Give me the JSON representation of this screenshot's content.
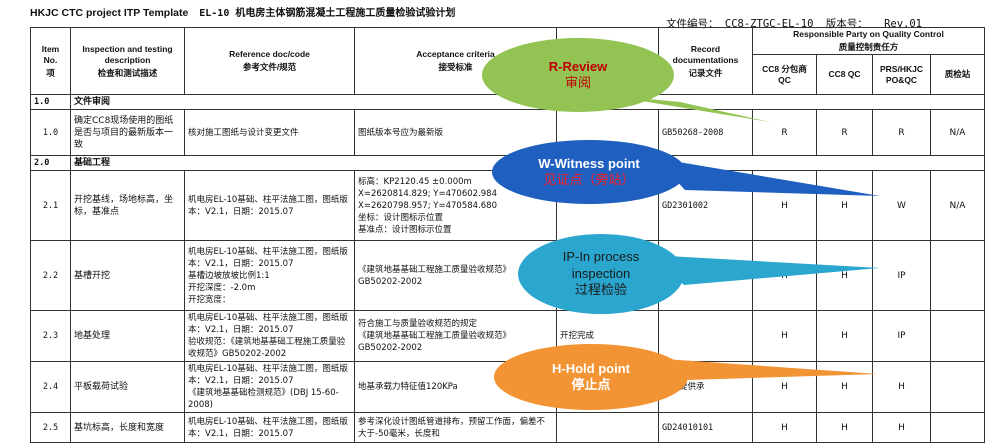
{
  "header": {
    "title_en": "HKJC CTC project ITP Template",
    "title_code": "EL-10 机电房主体钢筋混凝土工程施工质量检验试验计划",
    "doc_label": "文件编号：",
    "doc_number": "CC8-ZTGC-EL-10",
    "version_label": "版本号：",
    "version": "Rev.01"
  },
  "columns": {
    "item_en": "Item No.",
    "item_zh": "项",
    "desc_en": "Inspection and testing description",
    "desc_zh": "检查和测试描述",
    "ref_en": "Reference doc/code",
    "ref_zh": "参考文件/规范",
    "accept_en": "Acceptance criteria",
    "accept_zh": "接受标准",
    "record_en": "Record documentations",
    "record_zh": "记录文件",
    "resp_en": "Responsible Party on Quality Control",
    "resp_zh": "质量控制责任方",
    "p1": "CC8 分包商 QC",
    "p2": "CC8 QC",
    "p3": "PRS/HKJC PO&QC",
    "p4": "质检站"
  },
  "rows": [
    {
      "no": "1.0",
      "desc": "文件审阅",
      "section": true
    },
    {
      "no": "1.0",
      "desc": "确定CC8现场使用的图纸是否与项目的最新版本一致",
      "ref": "核对施工图纸与设计变更文件",
      "accept": "图纸版本号应为最新版",
      "method": "",
      "record": "GB50268-2008",
      "p1": "R",
      "p2": "R",
      "p3": "R",
      "p4": "N/A"
    },
    {
      "no": "2.0",
      "desc": "基础工程",
      "section": true
    },
    {
      "no": "2.1",
      "desc": "开挖基线，场地标高，坐标，基准点",
      "ref": "机电房EL-10基础、柱平法施工图，图纸版本：V2.1，日期：2015.07",
      "accept": "标高：KP2120.45 ±0.000m\nX=2620814.829; Y=470602.984\nX=2620798.957; Y=470584.680\n坐标：设计图标示位置\n基准点：设计图标示位置",
      "method": "",
      "record": "GD2301002",
      "p1": "H",
      "p2": "H",
      "p3": "W",
      "p4": "N/A"
    },
    {
      "no": "2.2",
      "desc": "基槽开挖",
      "ref": "机电房EL-10基础、柱平法施工图，图纸版本：V2.1，日期：2015.07\n基槽边坡放坡比例1:1\n开挖深度：-2.0m\n开挖宽度：",
      "accept": "《建筑地基基础工程施工质量验收规范》GB50202-2002",
      "method": "",
      "record": "",
      "p1": "H",
      "p2": "H",
      "p3": "IP",
      "p4": ""
    },
    {
      "no": "2.3",
      "desc": "地基处理",
      "ref": "机电房EL-10基础、柱平法施工图，图纸版本：V2.1，日期：2015.07\n验收规范：《建筑地基基础工程施工质量验收规范》GB50202-2002",
      "accept": "符合施工与质量验收规范的规定\n《建筑地基基础工程施工质量验收规范》GB50202-2002",
      "method": "开挖完成",
      "record": "",
      "p1": "H",
      "p2": "H",
      "p3": "IP",
      "p4": ""
    },
    {
      "no": "2.4",
      "desc": "平板载荷试验",
      "ref": "机电房EL-10基础、柱平法施工图，图纸版本：V2.1，日期：2015.07\n《建筑地基基础检测规范》(DBJ 15-60-2008)",
      "accept": "地基承载力特征值120KPa",
      "method": "",
      "record": "单位提供承",
      "p1": "H",
      "p2": "H",
      "p3": "H",
      "p4": ""
    },
    {
      "no": "2.5",
      "desc": "基坑标高，长度和宽度",
      "ref": "机电房EL-10基础、柱平法施工图，图纸版本：V2.1，日期：2015.07",
      "accept": "参考深化设计图纸管道排布，预留工作面，偏差不大于-50毫米，长度和",
      "method": "",
      "record": "GD24010101",
      "p1": "H",
      "p2": "H",
      "p3": "H",
      "p4": ""
    }
  ],
  "callouts": [
    {
      "id": "review",
      "en": "R-Review",
      "zh": "审阅",
      "fill": "#92c353",
      "text": "#c00000"
    },
    {
      "id": "witness",
      "en": "W-Witness point",
      "zh": "见证点（旁站）",
      "fill": "#1f5fbf",
      "text": "#ff2020"
    },
    {
      "id": "inprocess",
      "en": "IP-In process inspection",
      "zh": "过程检验",
      "fill": "#2aa6cf",
      "text": "#1a1a1a"
    },
    {
      "id": "hold",
      "en": "H-Hold point",
      "zh": "停止点",
      "fill": "#f39434",
      "text": "#ffffff"
    }
  ]
}
